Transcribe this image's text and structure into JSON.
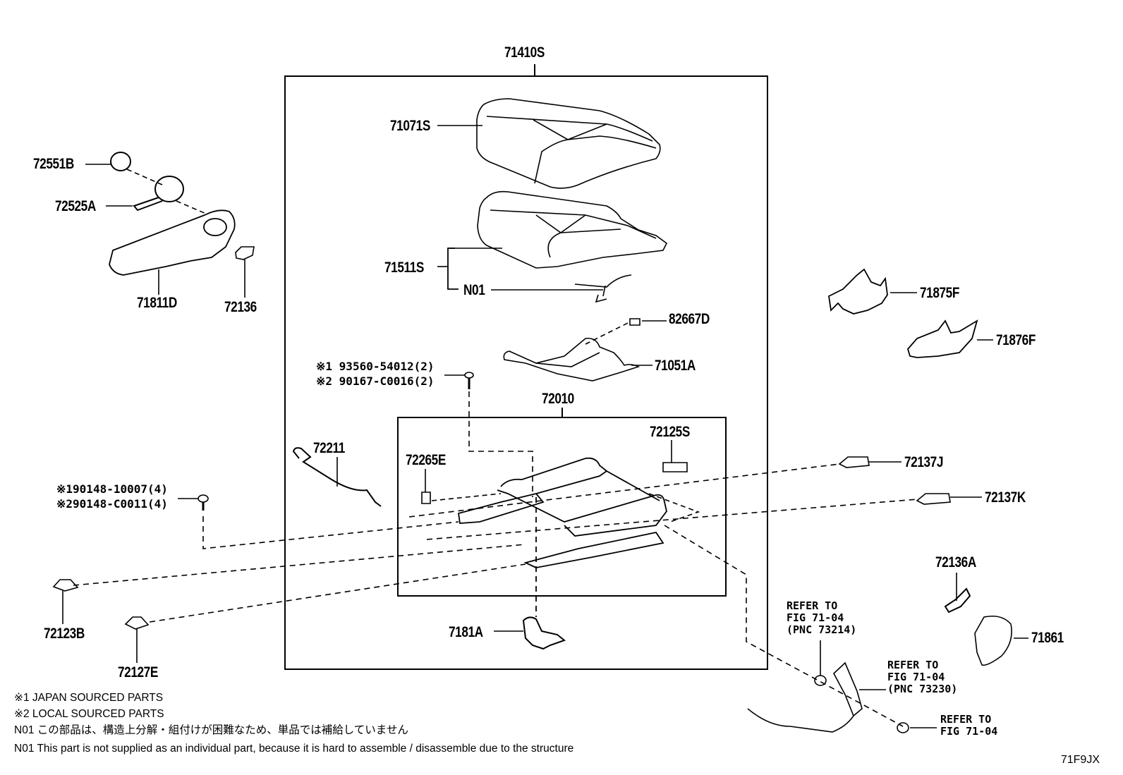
{
  "diagram": {
    "title": "Seat cushion & seat track parts diagram",
    "figure_id": "71F9JX",
    "parts": {
      "p71410S": "71410S",
      "p71071S": "71071S",
      "p71511S": "71511S",
      "pN01": "N01",
      "p82667D": "82667D",
      "p71051A": "71051A",
      "p72010": "72010",
      "p72125S": "72125S",
      "p72265E": "72265E",
      "p72211": "72211",
      "p7181A": "7181A",
      "p72551B": "72551B",
      "p72525A": "72525A",
      "p71811D": "71811D",
      "p72136": "72136",
      "p71875F": "71875F",
      "p71876F": "71876F",
      "p72137J": "72137J",
      "p72137K": "72137K",
      "p72136A": "72136A",
      "p71861": "71861",
      "p72123B": "72123B",
      "p72127E": "72127E"
    },
    "fasteners": {
      "screw_upper": [
        "※1 93560-54012(2)",
        "※2 90167-C0016(2)"
      ],
      "bolt_left": [
        "※190148-10007(4)",
        "※290148-C0011(4)"
      ]
    },
    "references": {
      "ref1": [
        "REFER TO",
        "FIG 71-04",
        "(PNC 73214)"
      ],
      "ref2": [
        "REFER TO",
        "FIG 71-04",
        "(PNC 73230)"
      ],
      "ref3": [
        "REFER TO",
        "FIG 71-04"
      ]
    },
    "notes": [
      "※1 JAPAN SOURCED PARTS",
      "※2 LOCAL SOURCED PARTS",
      "N01 この部品は、構造上分解・組付けが困難なため、単品では補給していません",
      "N01 This part is not supplied as an individual part, because it is hard to assemble / disassemble due to the structure"
    ]
  }
}
